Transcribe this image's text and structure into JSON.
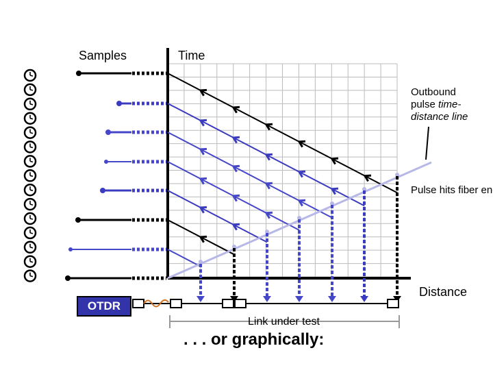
{
  "labels": {
    "samples": "Samples",
    "time": "Time",
    "outbound_line1": "Outbound",
    "outbound_line2": "pulse",
    "outbound_italic": "time-distance line",
    "pulse_hits": "Pulse hits fiber end",
    "distance": "Distance",
    "otdr": "OTDR",
    "link": "Link under test",
    "graphically": ". . . or graphically:"
  },
  "colors": {
    "black": "#000000",
    "blue_dark": "#3b3bbf",
    "blue_mid": "#4646c8",
    "outbound_line": "#b8b8e8",
    "grid": "#bbbbbb",
    "fiber_brown": "#d07020",
    "otdr_fill": "#3333aa"
  },
  "icons": [
    "clock-icon"
  ]
}
